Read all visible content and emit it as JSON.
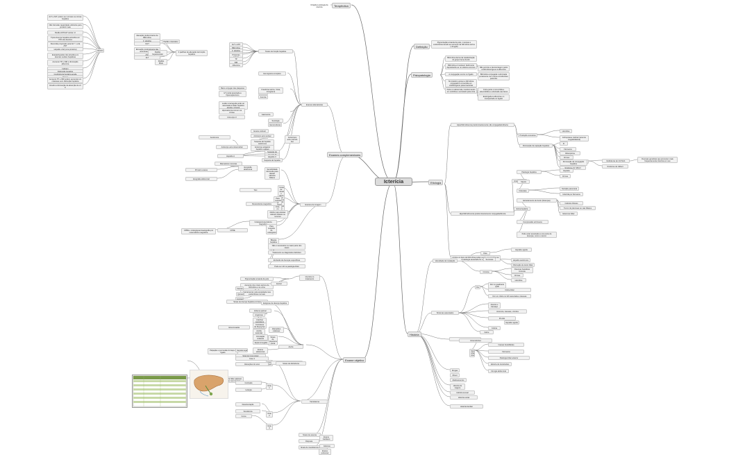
{
  "map": {
    "center": "Icterícia",
    "branches": {
      "terapeutica": "Terapêutica",
      "definicao": "Definição",
      "fisiopatologia": "Fisiopatologia",
      "etiologia": "Etiologia",
      "historia": "História",
      "exames_complementares": "Exames complementares",
      "exame_objetivo": "Exame objetivo"
    },
    "terapeutica": {
      "item": "Dirigida à etiologia da icterícia"
    },
    "definicao": {
      "text": "Pigmentação amarela da pele, mucosas e escleróticas devido ao aumento da bilirrubina sérica (>3mg/dl)"
    },
    "fisiopatologia": {
      "items": [
        "Bilirrubina deriva da catabolização do grupo heme da Hb",
        "Bilirrubina é insolúvel, facilmente depositando-se no sistema nervoso",
        "Não permite a desmontagem pelos a bilirrubina liga-se à albumina",
        "A conjugação ocorre no fígado",
        "Bilirrubina conjugada é eliminada juntamente com outros constituintes pela bílis",
        "No intestino grosso a bilirrubina conjugada é convertida em urobilinogénio pelas bactérias",
        "Parte é reabsorvida, transformando em urobilina e excretado pela urina",
        "Outra parte é convertida a estercobilina e eliminada nas fezes",
        "Está ligada à albumina e é transportada no fígado"
      ]
    },
    "etiologia": {
      "items": [
        "Hiperbilirrubinemia predominantemente não conjugada/indirecta",
        "Produção excessiva",
        "Hemólise",
        "Eritropoiese ineficaz (anemia megaloblástica)",
        "Diminuição da captação hepática",
        "IC",
        "Fármacos",
        "Rifampicina",
        "Cirrose",
        "Síndrome Crigger-Najjar",
        "Síndrome de Gilbert",
        "Diminuição da conjugação hepática",
        "Deficiência de UGT1A1",
        "Síndrome de Gilbert",
        "Doenças genéticas que provocam mais frequentemente icterícia em neo",
        "Hiperbilirrubinemia predominantemente conjugada/directa",
        "Intra-hepática",
        "Patologia hepática",
        "Hepatite",
        "Cirrose",
        "Sépsis",
        "Colestase",
        "Nutrição parenteral",
        "Induzida por fármacos",
        "Extra-hepática",
        "Estreitamento do ducto (Doenças)",
        "Cálculos biliares",
        "Tumor do pâncreas ou vias biliares",
        "Estenose biliar",
        "Compressão extrínseca",
        "Pode estar associada a uma série de doenças, como o cancro",
        "Ambos os tipos de bilirrubina podem estar aumentados se a patologia associada for a primária"
      ]
    },
    "historia": {
      "items": [
        "Velocidade de instalação",
        "Dias",
        "Hepatite aguda",
        "Semanas",
        "Hepatite autoimune",
        "Obstrução de ducto biliar",
        "Crónica",
        "Doenças hepáticas crónicas",
        "Cirrose",
        "Hemólise",
        "Sintomas associados",
        "Dor",
        "Dor no quadrante QSD",
        "Cólica biliar",
        "Dor em cólica no HD associada a náuseas",
        "Astenia e Cansaço",
        "Anorexia, náuseas, vómitos",
        "Prurido",
        "Hepatite aguda",
        "Colúria",
        "Febre",
        "Fezes",
        "Sintomas inflamatórios intestinais",
        "Antecedentes",
        "Causas hereditárias",
        "Fármacos",
        "Patologia biliar anterior",
        "Historia de transfusões",
        "Cirurgia abdominal",
        "Drogas",
        "Álcool",
        "Medicamentos",
        "História de viagens",
        "História sexual",
        "História social",
        "História familiar"
      ]
    },
    "exames_complementares": {
      "items": [
        "ALT e AST podem ser normais na cirrose hepática",
        "Não há lesão capacidade suficiente para produzir mais",
        "Razão AST/ALT sérica >2",
        "Típica doença hepática alcoólica em 75% dos doentes",
        "Reversão proporção para ALT > a da AST",
        "Hepatite viral (uma proteína)",
        "Esteatohepatite não alcoólica em doentes Lesões hepáticas",
        "RÁCIO",
        "Aumento TP e INR e diminuição albumina",
        "Indicam",
        "Disfunção hepática",
        "Insuficiência hepática aguda",
        "Cirrose",
        "Aumento TP e INR podem aumentar em colestase sem disfunção hepática",
        "Devido à diminuição da absorção de vit K",
        "Elevação predominante da Bilirrubina",
        "F. alcalina",
        "GGT",
        "Padrão colestático",
        "Elevação predominante das aminotransferases",
        "AST",
        "ALT",
        "Padrão hepatocelular",
        "Padrão Misto",
        "3 padrões de alteração da função hepática",
        "ALT e AST",
        "Bilirrubina total, direta e indirecta",
        "F. alcalina",
        "GGT",
        "Proteínas séricas",
        "TP",
        "INR",
        "Albumina",
        "Testes de função hepática",
        "Hemograma completo",
        "Baixo conjugar das plaquetas",
        "HT portal associada a hiperesplenismo",
        "Anemia",
        "Anemia",
        "Lesão renal aguda pode ser associada à lesão hepática aguda e crónica",
        "Creatinina sérica, Ureia, Ionograma",
        "Hiponatremia comum na cirrose",
        "Urina tipo II",
        "Gasimetria",
        "Exames laboratoriais",
        "Serologia",
        "Hemoculturas",
        "Exame cultural",
        "Anticorpo anti-nuclear",
        "Anticorpos anti-músculo liso",
        "Autoimune",
        "Suspeita de hepatite autoimune",
        "Anticorpo antigénio hepático solúvel",
        "Anticorpo anti-mitocondrial",
        "Suspeita de colangite primária",
        "Hepatite B",
        "Hepatite C",
        "Hepatite A",
        "Suspeita de hepatite",
        "Marcadores tumorais",
        "Ecografia abdominal",
        "Primeiro exame",
        "Sensibilidade diminuída para detetar cálculos biliares",
        "Ecografia abdominal",
        "Incapacidade de visualizar o ducto biliar comum distal se desdobrado por gás intestinal",
        "TAC",
        "Para suspeita de malignidade intra- ou pancreática",
        "Ressonância magnética",
        "Melhor para detetar cálculos biliares ou tumores",
        "Colangiorressonância magnética",
        "Para suspeita de colangiotomia",
        "CPRE",
        "CPRE e colangiopancreatografia por ressonância magnética",
        "Exames de imagem",
        "Biópsia hepática",
        "Não é necessário na maior parte dos casos",
        "Tratamento ou diagnóstico definitivo",
        "Exclusão de doenças específicas",
        "Pode ser útil na patologia biliar"
      ]
    },
    "exame_objetivo": {
      "items": [
        "Icterícia no tratamento",
        "Pigmentação amarela da pele",
        "Aumento dos níveis séricos de bilirrubina e na urina",
        "Excluir",
        "Carotenemia",
        "Carotenemia: pele amarelada mas escleróticas normais",
        "Quinacrina",
        "Licopeno",
        "Sinais de doença hepática crónica",
        "Estigmas de doença hepática",
        "Eritema palmar",
        "Angiomas",
        "Aranhas vasculares",
        "Contratura de Dupuytren",
        "Ginecomastia",
        "Alterações cutâneas",
        "Atrofia testicular",
        "Sinais de hipertensão portal",
        "Circulação colateral",
        "Esplenomegália",
        "Ascite",
        "Exame abdominal",
        "Palpação e percussão do baço e fígado",
        "Hepatomegália",
        "Sinal de Courvoisier",
        "Vesícula biliar palpável, indolor com icterícia",
        "Encefalopatia hepática",
        "Grau 1",
        "Grau 2",
        "Grau 3",
        "Grau 4",
        "Alterações do sono",
        "Confusão",
        "Letargia",
        "Desorientação",
        "Sonolência",
        "Coma",
        "Asterixis",
        "Sinais de deficiência",
        "Xantelasma",
        "Sinais de anemia",
        "Exame Cardíaco",
        "Sinais de insuficiência cardíaca",
        "Dispneia",
        "Edemas",
        "Exame pulmonar"
      ]
    }
  }
}
